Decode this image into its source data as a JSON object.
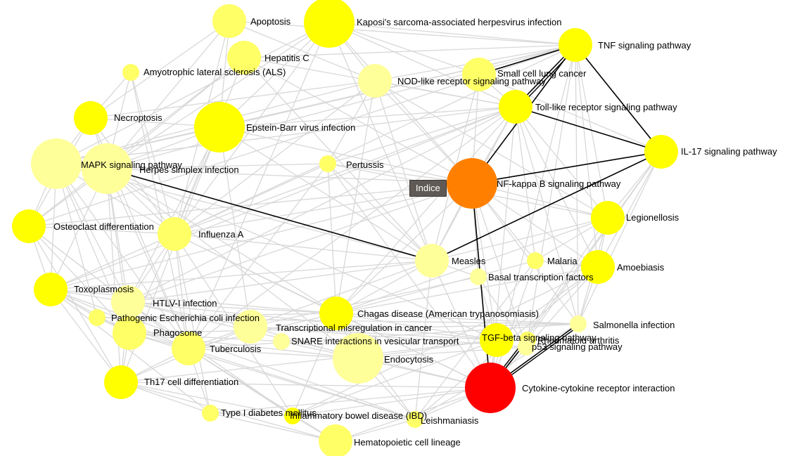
{
  "tooltip": "Indice",
  "palette": {
    "pale": "#FFFF99",
    "light": "#FFFF66",
    "yellow": "#FFFF00",
    "orange": "#FF8000",
    "red": "#FF0000",
    "edge": "#d8d8d8",
    "highlight": "#000000"
  },
  "nodes": [
    {
      "id": "apoptosis",
      "label": "Apoptosis",
      "color": "light",
      "size": "medium"
    },
    {
      "id": "kshv",
      "label": "Kaposi's sarcoma-associated herpesvirus infection",
      "color": "yellow",
      "size": "large"
    },
    {
      "id": "hepc",
      "label": "Hepatitis C",
      "color": "light",
      "size": "medium"
    },
    {
      "id": "als",
      "label": "Amyotrophic lateral sclerosis (ALS)",
      "color": "light",
      "size": "small"
    },
    {
      "id": "nod",
      "label": "NOD-like receptor signaling pathway",
      "color": "pale",
      "size": "medium"
    },
    {
      "id": "sclc",
      "label": "Small cell lung cancer",
      "color": "light",
      "size": "medium"
    },
    {
      "id": "tnf",
      "label": "TNF signaling pathway",
      "color": "yellow",
      "size": "medium"
    },
    {
      "id": "toll",
      "label": "Toll-like receptor signaling pathway",
      "color": "yellow",
      "size": "medium"
    },
    {
      "id": "necro",
      "label": "Necroptosis",
      "color": "yellow",
      "size": "medium"
    },
    {
      "id": "ebv",
      "label": "Epstein-Barr virus infection",
      "color": "yellow",
      "size": "large"
    },
    {
      "id": "il17",
      "label": "IL-17 signaling pathway",
      "color": "yellow",
      "size": "medium"
    },
    {
      "id": "mapk",
      "label": "MAPK signaling pathway",
      "color": "pale",
      "size": "large"
    },
    {
      "id": "hsv",
      "label": "Herpes simplex infection",
      "color": "pale",
      "size": "large"
    },
    {
      "id": "pert",
      "label": "Pertussis",
      "color": "light",
      "size": "small"
    },
    {
      "id": "nfkb",
      "label": "NF-kappa B signaling pathway",
      "color": "orange",
      "size": "large"
    },
    {
      "id": "osteo",
      "label": "Osteoclast differentiation",
      "color": "yellow",
      "size": "medium"
    },
    {
      "id": "flu",
      "label": "Influenza A",
      "color": "light",
      "size": "medium"
    },
    {
      "id": "legion",
      "label": "Legionellosis",
      "color": "yellow",
      "size": "medium"
    },
    {
      "id": "measles",
      "label": "Measles",
      "color": "pale",
      "size": "medium"
    },
    {
      "id": "malaria",
      "label": "Malaria",
      "color": "light",
      "size": "small"
    },
    {
      "id": "amoeb",
      "label": "Amoebiasis",
      "color": "yellow",
      "size": "medium"
    },
    {
      "id": "btf",
      "label": "Basal transcription factors",
      "color": "pale",
      "size": "small"
    },
    {
      "id": "toxo",
      "label": "Toxoplasmosis",
      "color": "yellow",
      "size": "medium"
    },
    {
      "id": "htlv",
      "label": "HTLV-I infection",
      "color": "pale",
      "size": "medium"
    },
    {
      "id": "pecoli",
      "label": "Pathogenic Escherichia coli infection",
      "color": "light",
      "size": "small"
    },
    {
      "id": "chagas",
      "label": "Chagas disease (American trypanosomiasis)",
      "color": "yellow",
      "size": "medium"
    },
    {
      "id": "salmon",
      "label": "Salmonella infection",
      "color": "pale",
      "size": "small"
    },
    {
      "id": "tmc",
      "label": "Transcriptional misregulation in cancer",
      "color": "pale",
      "size": "medium"
    },
    {
      "id": "phago",
      "label": "Phagosome",
      "color": "light",
      "size": "medium"
    },
    {
      "id": "snare",
      "label": "SNARE interactions in vesicular transport",
      "color": "pale",
      "size": "small"
    },
    {
      "id": "tgfb",
      "label": "TGF-beta signaling pathway",
      "color": "yellow",
      "size": "medium"
    },
    {
      "id": "ra",
      "label": "Rheumatoid arthritis",
      "color": "light",
      "size": "small"
    },
    {
      "id": "p53",
      "label": "p53 signaling pathway",
      "color": "pale",
      "size": "small"
    },
    {
      "id": "tb",
      "label": "Tuberculosis",
      "color": "light",
      "size": "medium"
    },
    {
      "id": "endo",
      "label": "Endocytosis",
      "color": "pale",
      "size": "large"
    },
    {
      "id": "th17",
      "label": "Th17 cell differentiation",
      "color": "yellow",
      "size": "medium"
    },
    {
      "id": "cytokine",
      "label": "Cytokine-cytokine receptor interaction",
      "color": "red",
      "size": "large"
    },
    {
      "id": "t1d",
      "label": "Type I diabetes mellitus",
      "color": "light",
      "size": "small"
    },
    {
      "id": "ibd",
      "label": "Inflammatory bowel disease (IBD)",
      "color": "yellow",
      "size": "small"
    },
    {
      "id": "leish",
      "label": "Leishmaniasis",
      "color": "light",
      "size": "small"
    },
    {
      "id": "hema",
      "label": "Hematopoietic cell lineage",
      "color": "light",
      "size": "medium"
    }
  ],
  "highlight_edges": [
    [
      "nfkb",
      "tnf"
    ],
    [
      "nfkb",
      "il17"
    ],
    [
      "nfkb",
      "cytokine"
    ],
    [
      "tnf",
      "toll"
    ],
    [
      "tnf",
      "sclc"
    ],
    [
      "tnf",
      "il17"
    ],
    [
      "il17",
      "measles"
    ],
    [
      "mapk",
      "measles"
    ],
    [
      "toll",
      "il17"
    ],
    [
      "cytokine",
      "salmon"
    ],
    [
      "cytokine",
      "ra"
    ]
  ]
}
